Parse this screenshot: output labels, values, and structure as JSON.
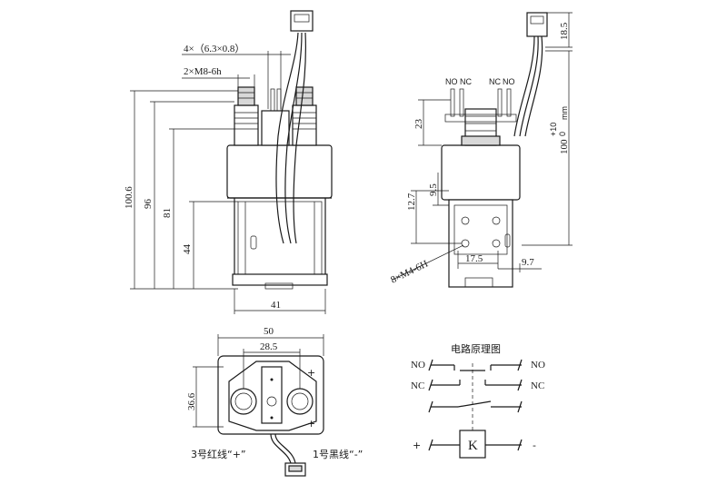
{
  "front_view": {
    "dim_tabs": "4×（6.3×0.8）",
    "dim_thread": "2×M8-6h",
    "dim_total_height": "100.6",
    "dim_96": "96",
    "dim_81": "81",
    "dim_44": "44",
    "dim_width": "41"
  },
  "side_view": {
    "label_no_left": "NO",
    "label_nc_left": "NC",
    "label_nc_right": "NC",
    "label_no_right": "NO",
    "dim_18_5": "18.5",
    "dim_23": "23",
    "dim_wire_length": "100",
    "dim_wire_tolerance": "+10",
    "dim_wire_tolerance_low": "0",
    "dim_wire_unit": "mm",
    "dim_12_7": "12.7",
    "dim_9_5": "9.5",
    "dim_mount_holes": "8×M4-6H",
    "dim_17_5": "17.5",
    "dim_9_7": "9.7"
  },
  "bottom_view": {
    "dim_50": "50",
    "dim_28_5": "28.5",
    "dim_36_6": "36.6",
    "plus_top": "+",
    "plus_right": "+",
    "wire_red": "3号红线“+”",
    "wire_black": "1号黑线“-”"
  },
  "circuit": {
    "title": "电路原理图",
    "no_left": "NO",
    "no_right": "NO",
    "nc_left": "NC",
    "nc_right": "NC",
    "coil_label": "K",
    "coil_plus": "+",
    "coil_minus": "-"
  }
}
